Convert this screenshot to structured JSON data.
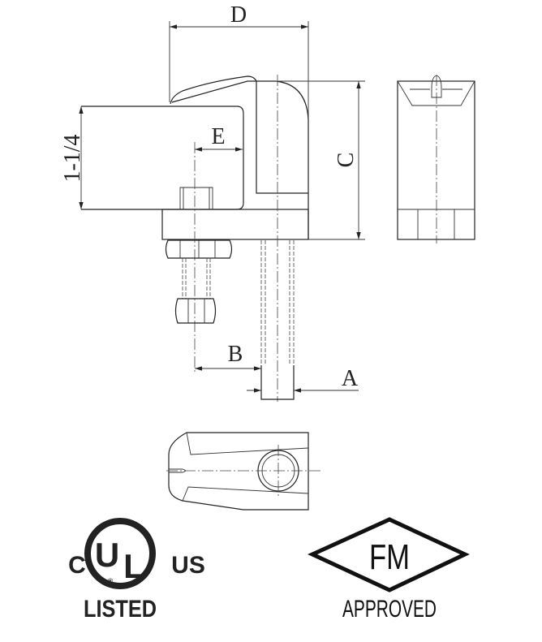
{
  "dimensions": {
    "d": "D",
    "c": "C",
    "e": "E",
    "flange": "1-1/4",
    "b": "B",
    "a": "A"
  },
  "ul_logo": {
    "left": "C",
    "mark": "UL",
    "right": "US",
    "caption": "LISTED",
    "registered": "®"
  },
  "fm_logo": {
    "mark": "FM",
    "caption": "APPROVED"
  }
}
